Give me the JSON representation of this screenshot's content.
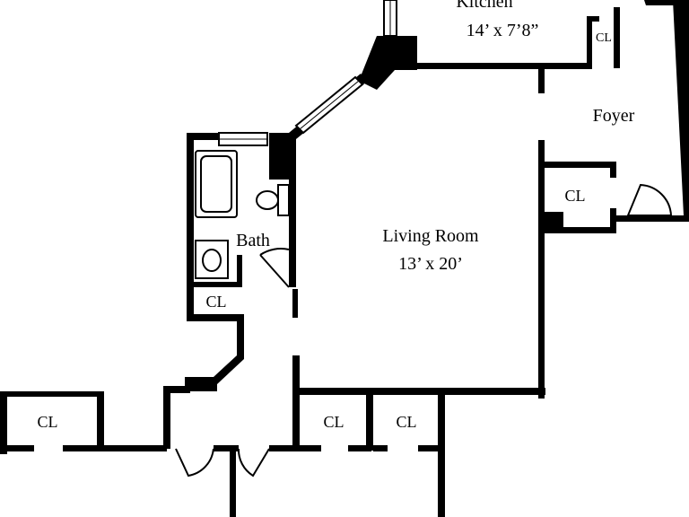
{
  "rooms": {
    "kitchen": {
      "name": "Kitchen",
      "dims": "14’ x 7’8”"
    },
    "foyer": {
      "name": "Foyer"
    },
    "living_room": {
      "name": "Living Room",
      "dims": "13’ x 20’"
    },
    "bath": {
      "name": "Bath"
    }
  },
  "closets": {
    "kitchen": "CL",
    "foyer": "CL",
    "bath": "CL",
    "bottom_left": "CL",
    "bottom_mid": "CL",
    "bottom_right": "CL"
  }
}
